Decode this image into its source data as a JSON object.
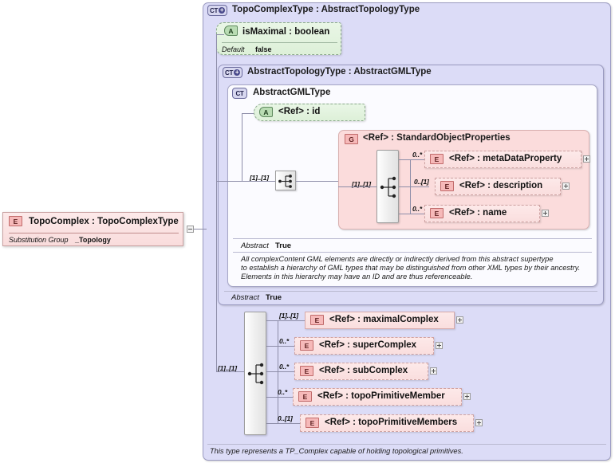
{
  "diagram": {
    "title": "TopoComplexType XML Schema diagram",
    "colors": {
      "panel_lavender": "#dcdcf7",
      "panel_white": "#fbfbff",
      "panel_pink": "#fbdcdc",
      "element_pink": "#fadede",
      "attribute_green": "#ddf0d8",
      "line": "#8d8da8"
    }
  },
  "root_element": {
    "icon": "element-icon",
    "icon_label": "E",
    "label": "TopoComplex : TopoComplexType",
    "property_key": "Substitution Group",
    "property_value": "_Topology",
    "expander": "minus"
  },
  "outer_type": {
    "icon": "complextype-expanded-icon",
    "icon_label": "CT",
    "title": "TopoComplexType : AbstractTopologyType",
    "attribute": {
      "icon": "attribute-icon",
      "icon_label": "A",
      "label": "isMaximal : boolean",
      "property_key": "Default",
      "property_value": "false"
    },
    "sequence_cardinality": "[1]..[1]",
    "abstract_key": "Abstract",
    "abstract_value": "True",
    "footer_doc": "This type represents a TP_Complex capable of holding topological primitives."
  },
  "topology_type": {
    "icon": "complextype-expanded-icon",
    "icon_label": "CT",
    "title": "AbstractTopologyType : AbstractGMLType"
  },
  "gml_type": {
    "icon": "complextype-icon",
    "icon_label": "CT",
    "title": "AbstractGMLType",
    "attribute": {
      "icon": "attribute-icon",
      "icon_label": "A",
      "label": "<Ref>     : id"
    },
    "sequence_cardinality": "[1]..[1]",
    "abstract_key": "Abstract",
    "abstract_value": "True",
    "documentation": [
      "All complexContent GML elements are directly or indirectly derived from this abstract supertype",
      "to establish a hierarchy of GML types that may be distinguished from other XML types by their ancestry.",
      "Elements in this hierarchy may have an ID and are thus referenceable."
    ]
  },
  "group": {
    "icon": "group-icon",
    "icon_label": "G",
    "title": "<Ref>       : StandardObjectProperties",
    "sequence_cardinality": "[1]..[1]",
    "members": [
      {
        "cardinality": "0..*",
        "icon_label": "E",
        "label": "<Ref>        : metaDataProperty",
        "expander": "plus"
      },
      {
        "cardinality": "0..[1]",
        "icon_label": "E",
        "label": "<Ref>        : description",
        "expander": "plus"
      },
      {
        "cardinality": "0..*",
        "icon_label": "E",
        "label": "<Ref>        : name",
        "expander": "plus"
      }
    ]
  },
  "topo_members": {
    "sequence_cardinality": "[1]..[1]",
    "items": [
      {
        "cardinality": "[1]..[1]",
        "icon_label": "E",
        "label": "<Ref>       : maximalComplex",
        "expander": "plus"
      },
      {
        "cardinality": "0..*",
        "icon_label": "E",
        "label": "<Ref>        : superComplex",
        "expander": "plus"
      },
      {
        "cardinality": "0..*",
        "icon_label": "E",
        "label": "<Ref>        : subComplex",
        "expander": "plus"
      },
      {
        "cardinality": "0..*",
        "icon_label": "E",
        "label": "<Ref>        : topoPrimitiveMember",
        "expander": "plus"
      },
      {
        "cardinality": "0..[1]",
        "icon_label": "E",
        "label": "<Ref>        : topoPrimitiveMembers",
        "expander": "plus"
      }
    ]
  }
}
